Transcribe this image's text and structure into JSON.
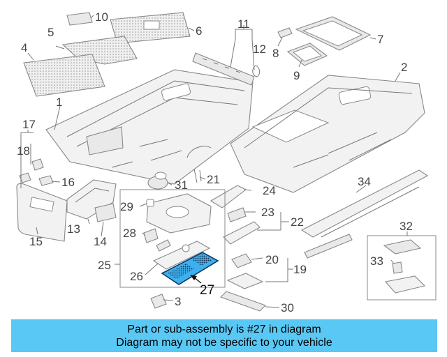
{
  "callouts": {
    "c1": "1",
    "c2": "2",
    "c3": "3",
    "c4": "4",
    "c5": "5",
    "c6": "6",
    "c7": "7",
    "c8": "8",
    "c9": "9",
    "c10": "10",
    "c11": "11",
    "c12": "12",
    "c13": "13",
    "c14": "14",
    "c15": "15",
    "c16": "16",
    "c17": "17",
    "c18": "18",
    "c19": "19",
    "c20": "20",
    "c21": "21",
    "c22": "22",
    "c23": "23",
    "c24": "24",
    "c25": "25",
    "c26": "26",
    "c27": "27",
    "c28": "28",
    "c29": "29",
    "c30": "30",
    "c31": "31",
    "c32": "32",
    "c33": "33",
    "c34": "34"
  },
  "banner": {
    "line1": "Part or sub-assembly is #27 in diagram",
    "line2": "Diagram may not be specific to your vehicle"
  },
  "colors": {
    "highlight": "#3fb0ee",
    "banner": "#5ac8f5"
  }
}
